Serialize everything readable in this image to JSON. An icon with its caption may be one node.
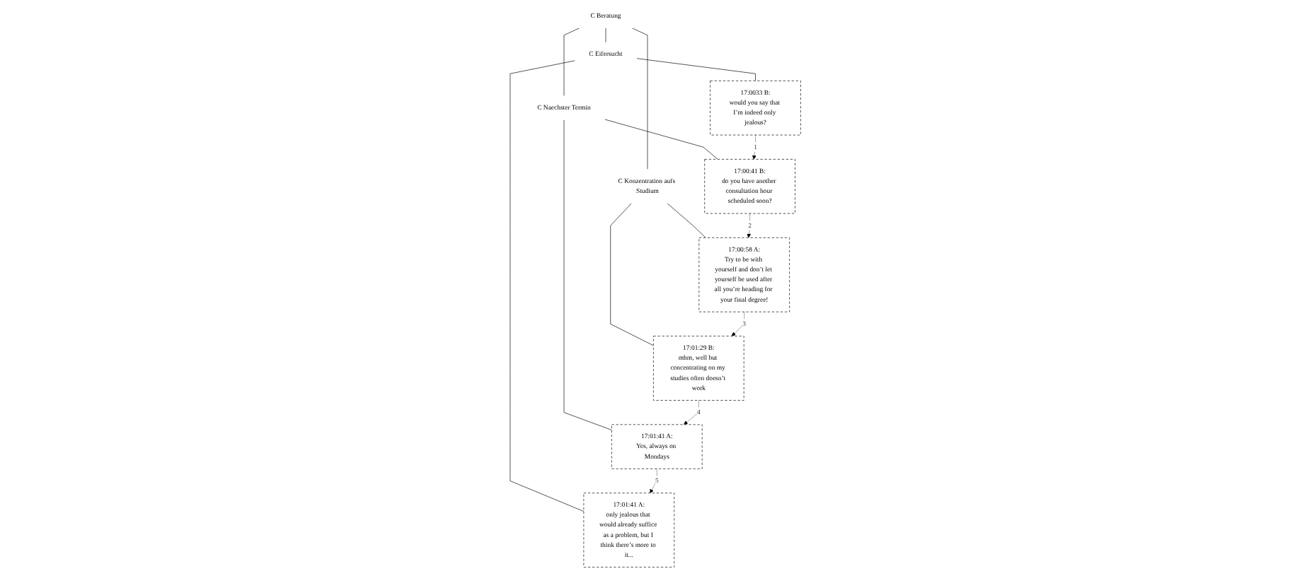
{
  "diagram": {
    "nodes": [
      {
        "text": [
          "C Beratung"
        ]
      },
      {
        "text": [
          "C Eifersucht"
        ]
      },
      {
        "text": [
          "C Naechster Termin"
        ]
      },
      {
        "text": [
          "C Konzentration aufs Studium"
        ]
      },
      {
        "text": [
          "17:0033 B:",
          "would you say that I’m indeed only jealous?"
        ]
      },
      {
        "text": [
          "17:01:41 A:",
          "only jealous that would already suffice as a problem, but I think there’s more to it..."
        ]
      },
      {
        "text": [
          "17:00:41 B:",
          "do you have another consultation hour scheduled soon?"
        ]
      },
      {
        "text": [
          "17:01:41 A:",
          "Yes, always on Mondays"
        ]
      },
      {
        "text": [
          "17:00:58 A:",
          "Try to be with yourself and don’t let yourself be used after all you’re heading for your final degree!"
        ]
      },
      {
        "text": [
          "17:01:29 B:",
          "mhm, well but concentrating on my studies often doesn’t work"
        ]
      }
    ],
    "edges": [
      {
        "from": 0,
        "to": 1,
        "arrow": "none"
      },
      {
        "from": 0,
        "to": 2,
        "arrow": "none"
      },
      {
        "from": 0,
        "to": 3,
        "arrow": "none"
      },
      {
        "from": 1,
        "to": 4,
        "arrow": "none"
      },
      {
        "from": 1,
        "to": 5,
        "arrow": "none"
      },
      {
        "from": 2,
        "to": 6,
        "arrow": "none"
      },
      {
        "from": 2,
        "to": 7,
        "arrow": "none"
      },
      {
        "from": 3,
        "to": 8,
        "arrow": "none"
      },
      {
        "from": 3,
        "to": 9,
        "arrow": "none"
      },
      {
        "from": 4,
        "to": 6,
        "arrow": "to",
        "label": "1",
        "style": "dashed"
      },
      {
        "from": 6,
        "to": 8,
        "arrow": "to",
        "label": "2",
        "style": "dashed"
      },
      {
        "from": 8,
        "to": 9,
        "arrow": "to",
        "label": "3",
        "style": "dashed"
      },
      {
        "from": 9,
        "to": 7,
        "arrow": "to",
        "label": "4",
        "style": "dashed"
      },
      {
        "from": 7,
        "to": 5,
        "arrow": "to",
        "label": "5",
        "style": "dashed"
      }
    ]
  }
}
